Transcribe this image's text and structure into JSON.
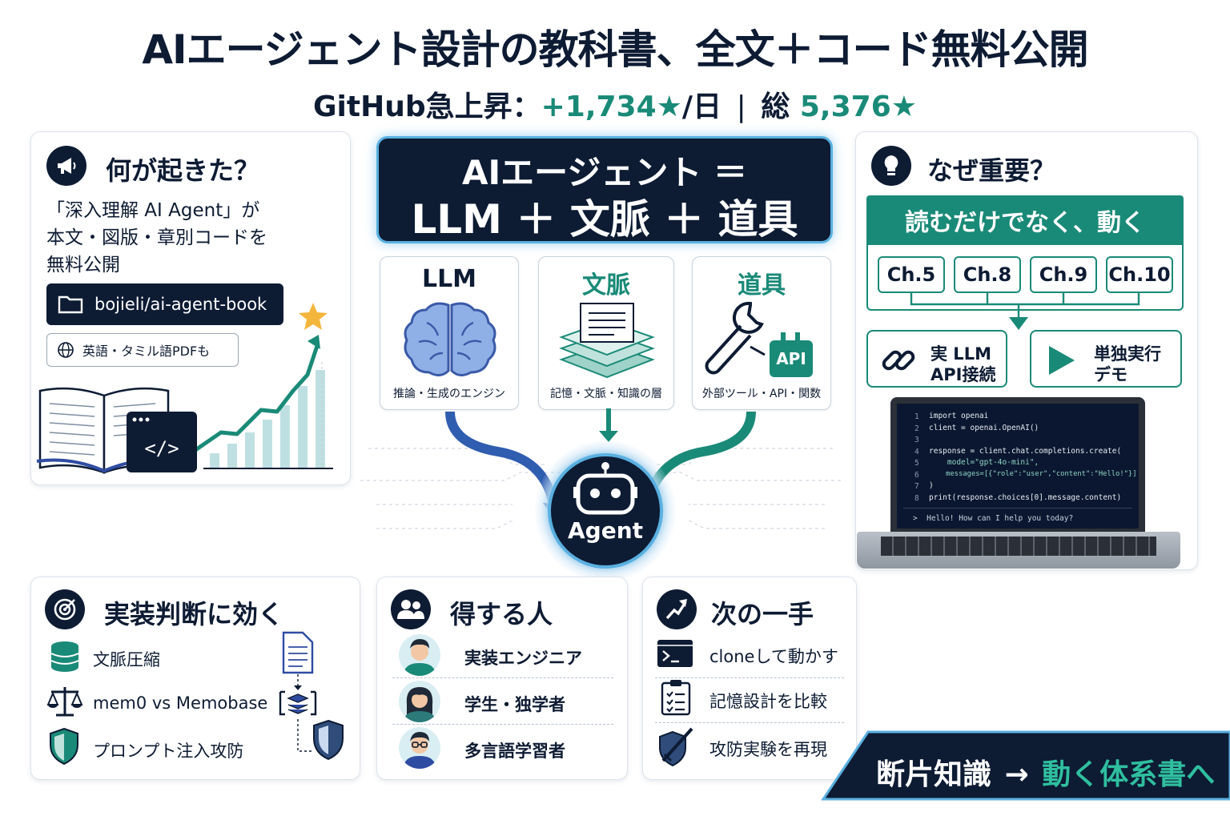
{
  "header": {
    "title": "AIエージェント設計の教科書、全文＋コード無料公開",
    "sub_prefix": "GitHub急上昇：",
    "sub_daily": "+1,734★",
    "sub_daily_unit": "/日",
    "sub_sep": "|",
    "sub_total_prefix": "総",
    "sub_total": "5,376★"
  },
  "what": {
    "title": "何が起きた？",
    "body_line1": "「深入理解 AI Agent」が",
    "body_line2": "本文・図版・章別コードを",
    "body_line3": "無料公開",
    "repo": "bojieli/ai-agent-book",
    "pdf": "英語・タミル語PDFも"
  },
  "center": {
    "formula_line1": "AIエージェント ＝",
    "formula_line2": "LLM ＋ 文脈 ＋ 道具",
    "llm_title": "LLM",
    "llm_caption": "推論・生成のエンジン",
    "context_title": "文脈",
    "context_caption": "記憶・文脈・知識の層",
    "tool_title": "道具",
    "tool_caption": "外部ツール・API・関数",
    "api_label": "API",
    "agent_label": "Agent"
  },
  "why": {
    "title": "なぜ重要？",
    "banner": "読むだけでなく、動く",
    "chapters": [
      "Ch.5",
      "Ch.8",
      "Ch.9",
      "Ch.10"
    ],
    "btn_api_line1": "実 LLM",
    "btn_api_line2": "API接続",
    "btn_demo_line1": "単独実行",
    "btn_demo_line2": "デモ",
    "code": {
      "lines": [
        "import openai",
        "client = openai.OpenAI()",
        "",
        "response = client.chat.completions.create(",
        "    model=\"gpt-4o-mini\",",
        "    messages=[{\"role\":\"user\",\"content\":\"Hello!\"}]",
        ")",
        "print(response.choices[0].message.content)"
      ],
      "output": ">  Hello! How can I help you today?"
    }
  },
  "impl": {
    "title": "実装判断に効く",
    "items": [
      "文脈圧縮",
      "mem0 vs Memobase",
      "プロンプト注入攻防"
    ]
  },
  "people": {
    "title": "得する人",
    "items": [
      "実装エンジニア",
      "学生・独学者",
      "多言語学習者"
    ]
  },
  "next": {
    "title": "次の一手",
    "items": [
      "cloneして動かす",
      "記憶設計を比較",
      "攻防実験を再現"
    ]
  },
  "footer": {
    "left": "断片知識",
    "arrow": "→",
    "right": "動く体系書へ"
  },
  "colors": {
    "navy": "#0d1b33",
    "teal": "#1a8a78",
    "blue": "#4a78c8"
  }
}
